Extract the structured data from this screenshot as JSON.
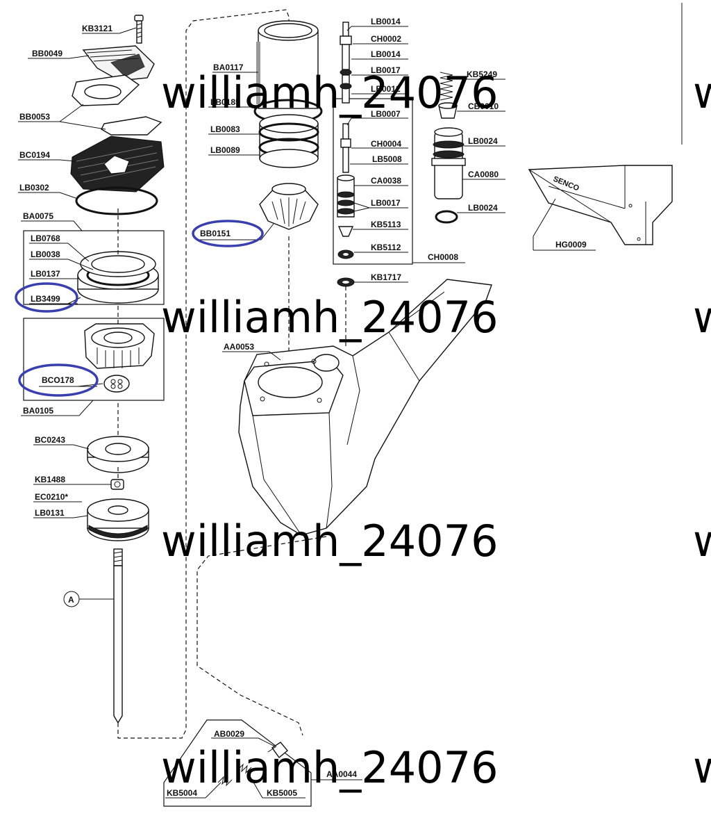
{
  "watermark": "williamh_24076",
  "parts": {
    "kb3121": "KB3121",
    "bb0049": "BB0049",
    "bb0053": "BB0053",
    "bc0194": "BC0194",
    "lb0302": "LB0302",
    "ba0075": "BA0075",
    "lb0768": "LB0768",
    "lb0038": "LB0038",
    "lb0137": "LB0137",
    "lb3499": "LB3499",
    "bco178": "BCO178",
    "ba0105": "BA0105",
    "bc0243": "BC0243",
    "kb1488": "KB1488",
    "ec0210": "EC0210*",
    "lb0131": "LB0131",
    "a": "A",
    "ba0117": "BA0117",
    "lb0185": "LB0185",
    "lb0083": "LB0083",
    "lb0089": "LB0089",
    "bb0151": "BB0151",
    "aa0053": "AA0053",
    "lb0014a": "LB0014",
    "ch0002": "CH0002",
    "lb0014b": "LB0014",
    "lb0017a": "LB0017",
    "lb0012": "LB0012",
    "lb0007": "LB0007",
    "ch0004": "CH0004",
    "lb5008": "LB5008",
    "ca0038": "CA0038",
    "lb0017b": "LB0017",
    "kb5113": "KB5113",
    "kb5112": "KB5112",
    "ch0008": "CH0008",
    "kb1717": "KB1717",
    "kb5249": "KB5249",
    "cb0010": "CB0010",
    "lb0024a": "LB0024",
    "ca0080": "CA0080",
    "lb0024b": "LB0024",
    "hg0009": "HG0009",
    "senco": "SENCO",
    "ab0029": "AB0029",
    "aa0044": "AA0044",
    "kb5004": "KB5004",
    "kb5005": "KB5005"
  },
  "colors": {
    "highlight": "#3a3fae",
    "line": "#111111"
  }
}
